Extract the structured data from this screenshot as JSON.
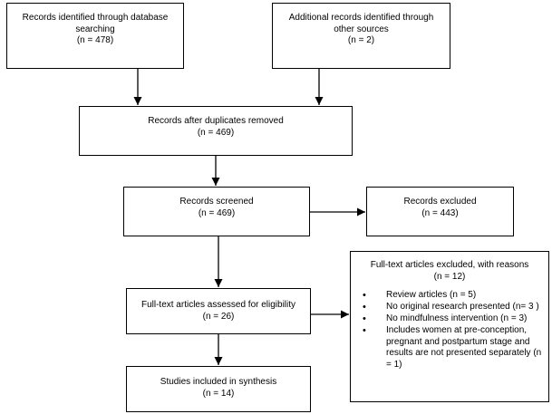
{
  "boxes": {
    "identified": {
      "line1": "Records identified through database",
      "line2": "searching",
      "count": "(n = 478)"
    },
    "additional": {
      "line1": "Additional records identified through",
      "line2": "other sources",
      "count": "(n = 2)"
    },
    "deduplicated": {
      "line1": "Records after duplicates removed",
      "count": "(n = 469)"
    },
    "screened": {
      "line1": "Records screened",
      "count": "(n = 469)"
    },
    "excluded": {
      "line1": "Records excluded",
      "count": "(n = 443)"
    },
    "assessed": {
      "line1": "Full-text articles assessed for eligibility",
      "count": "(n = 26)"
    },
    "included": {
      "line1": "Studies included in synthesis",
      "count": "(n = 14)"
    },
    "fulltext_excluded": {
      "title": "Full-text articles excluded, with reasons",
      "count": "(n = 12)",
      "reasons": [
        "Review articles (n = 5)",
        "No original research presented (n= 3 )",
        "No mindfulness intervention (n = 3)",
        "Includes women at pre-conception, pregnant and postpartum stage and results are not presented separately (n = 1)"
      ]
    }
  }
}
